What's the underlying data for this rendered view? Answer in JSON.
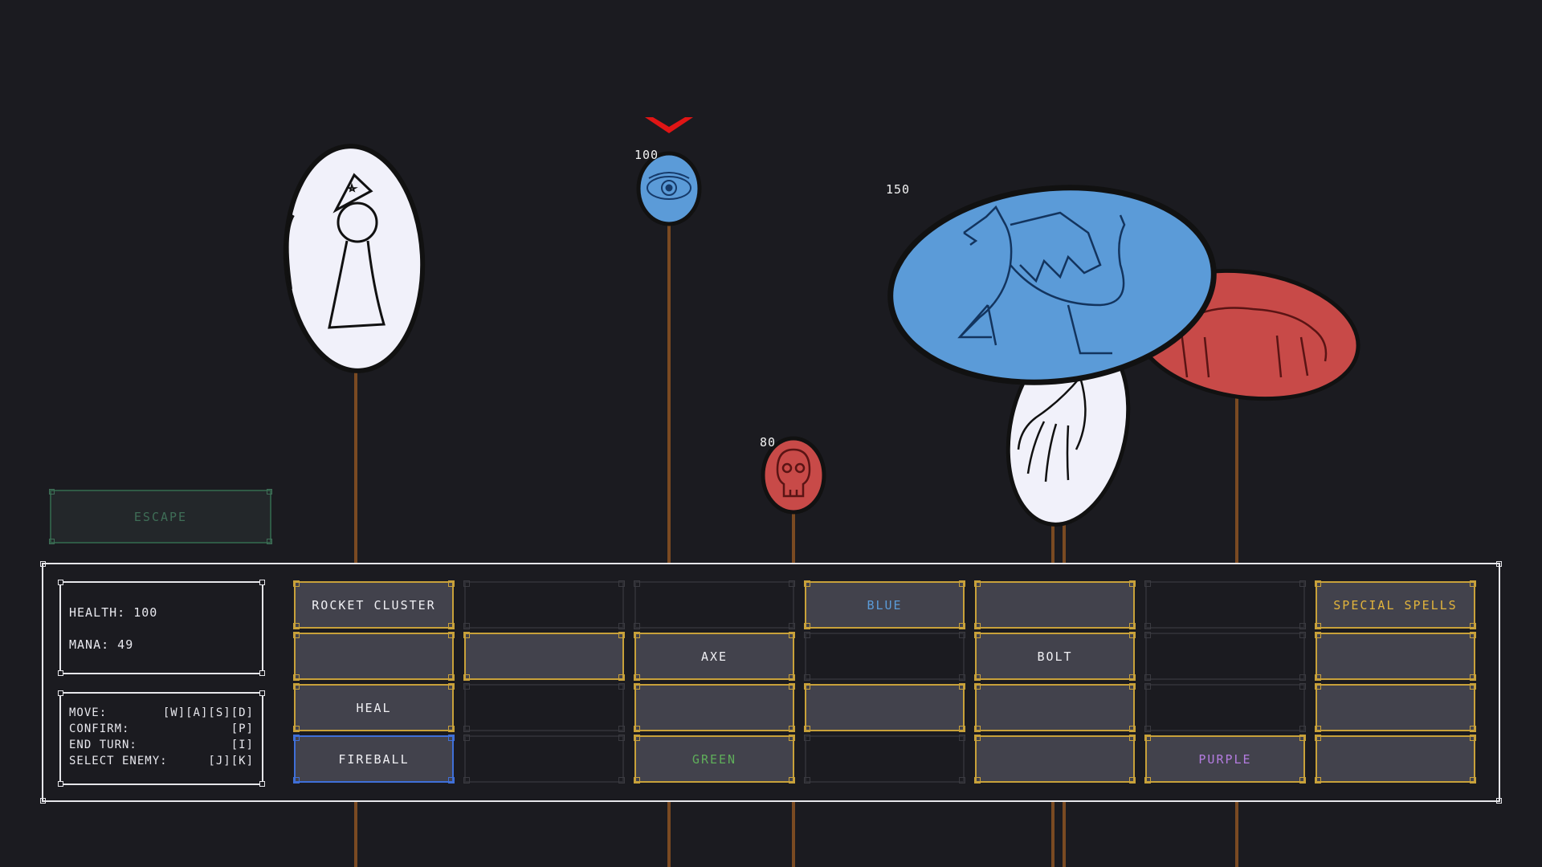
{
  "enemy_hp": {
    "eye": "100",
    "skull": "80",
    "dragon": "150"
  },
  "escape_label": "ESCAPE",
  "stats": {
    "health_label": "HEALTH: 100",
    "mana_label": "MANA: 49"
  },
  "controls": [
    {
      "action": "MOVE:",
      "keys": "[W][A][S][D]"
    },
    {
      "action": "CONFIRM:",
      "keys": "[P]"
    },
    {
      "action": "END TURN:",
      "keys": "[I]"
    },
    {
      "action": "SELECT ENEMY:",
      "keys": "[J][K]"
    }
  ],
  "spell_grid": [
    [
      {
        "label": "ROCKET CLUSTER",
        "state": "filled"
      },
      {
        "label": "",
        "state": "empty"
      },
      {
        "label": "",
        "state": "empty"
      },
      {
        "label": "BLUE",
        "state": "filled",
        "color": "#5b9bd8"
      },
      {
        "label": "",
        "state": "filled"
      },
      {
        "label": "",
        "state": "empty"
      },
      {
        "label": "SPECIAL SPELLS",
        "state": "filled",
        "color": "#e2b43c"
      }
    ],
    [
      {
        "label": "",
        "state": "filled"
      },
      {
        "label": "",
        "state": "filled"
      },
      {
        "label": "AXE",
        "state": "filled"
      },
      {
        "label": "",
        "state": "empty"
      },
      {
        "label": "BOLT",
        "state": "filled"
      },
      {
        "label": "",
        "state": "empty"
      },
      {
        "label": "",
        "state": "filled"
      }
    ],
    [
      {
        "label": "HEAL",
        "state": "filled"
      },
      {
        "label": "",
        "state": "empty"
      },
      {
        "label": "",
        "state": "filled"
      },
      {
        "label": "",
        "state": "filled"
      },
      {
        "label": "",
        "state": "filled"
      },
      {
        "label": "",
        "state": "empty"
      },
      {
        "label": "",
        "state": "filled"
      }
    ],
    [
      {
        "label": "FIREBALL",
        "state": "filled",
        "selected": true
      },
      {
        "label": "",
        "state": "empty"
      },
      {
        "label": "GREEN",
        "state": "filled",
        "color": "#5fae5a"
      },
      {
        "label": "",
        "state": "empty"
      },
      {
        "label": "",
        "state": "filled"
      },
      {
        "label": "PURPLE",
        "state": "filled",
        "color": "#b47ce0"
      },
      {
        "label": "",
        "state": "filled"
      }
    ]
  ],
  "colors": {
    "accent_gold": "#c8a13a",
    "selected_blue": "#3f6fd8",
    "token_blue": "#5b9bd8",
    "token_red": "#c84a48",
    "pole_brown": "#7a4a22",
    "target_marker": "#e01515"
  }
}
